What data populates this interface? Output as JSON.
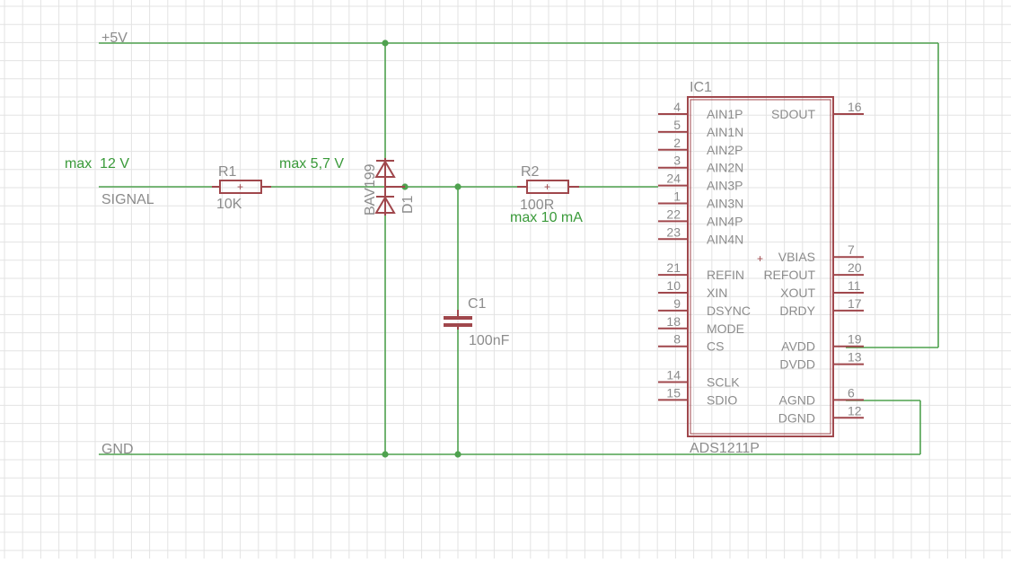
{
  "colors": {
    "grid": "#e3e3e3",
    "wire": "#4fa24f",
    "part": "#a0474c",
    "label_grey": "#8c8c8c",
    "label_green": "#3a9a3a"
  },
  "nets": {
    "vcc": "+5V",
    "gnd": "GND",
    "signal": "SIGNAL"
  },
  "notes": {
    "input_max": "max  12 V",
    "clamp_max": "max 5,7 V",
    "current_max": "max 10 mA"
  },
  "r1": {
    "name": "R1",
    "value": "10K"
  },
  "r2": {
    "name": "R2",
    "value": "100R"
  },
  "d1": {
    "name": "D1",
    "value": "BAV199"
  },
  "c1": {
    "name": "C1",
    "value": "100nF"
  },
  "ic1": {
    "name": "IC1",
    "value": "ADS1211P",
    "left_pins": [
      {
        "num": "4",
        "label": "AIN1P"
      },
      {
        "num": "5",
        "label": "AIN1N"
      },
      {
        "num": "2",
        "label": "AIN2P"
      },
      {
        "num": "3",
        "label": "AIN2N"
      },
      {
        "num": "24",
        "label": "AIN3P"
      },
      {
        "num": "1",
        "label": "AIN3N"
      },
      {
        "num": "22",
        "label": "AIN4P"
      },
      {
        "num": "23",
        "label": "AIN4N"
      },
      {
        "num": "21",
        "label": "REFIN"
      },
      {
        "num": "10",
        "label": "XIN"
      },
      {
        "num": "9",
        "label": "DSYNC"
      },
      {
        "num": "18",
        "label": "MODE"
      },
      {
        "num": "8",
        "label": "CS"
      },
      {
        "num": "14",
        "label": "SCLK"
      },
      {
        "num": "15",
        "label": "SDIO"
      }
    ],
    "right_pins": [
      {
        "num": "16",
        "label": "SDOUT"
      },
      {
        "num": "7",
        "label": "VBIAS"
      },
      {
        "num": "20",
        "label": "REFOUT"
      },
      {
        "num": "11",
        "label": "XOUT"
      },
      {
        "num": "17",
        "label": "DRDY"
      },
      {
        "num": "19",
        "label": "AVDD"
      },
      {
        "num": "13",
        "label": "DVDD"
      },
      {
        "num": "6",
        "label": "AGND"
      },
      {
        "num": "12",
        "label": "DGND"
      }
    ]
  }
}
